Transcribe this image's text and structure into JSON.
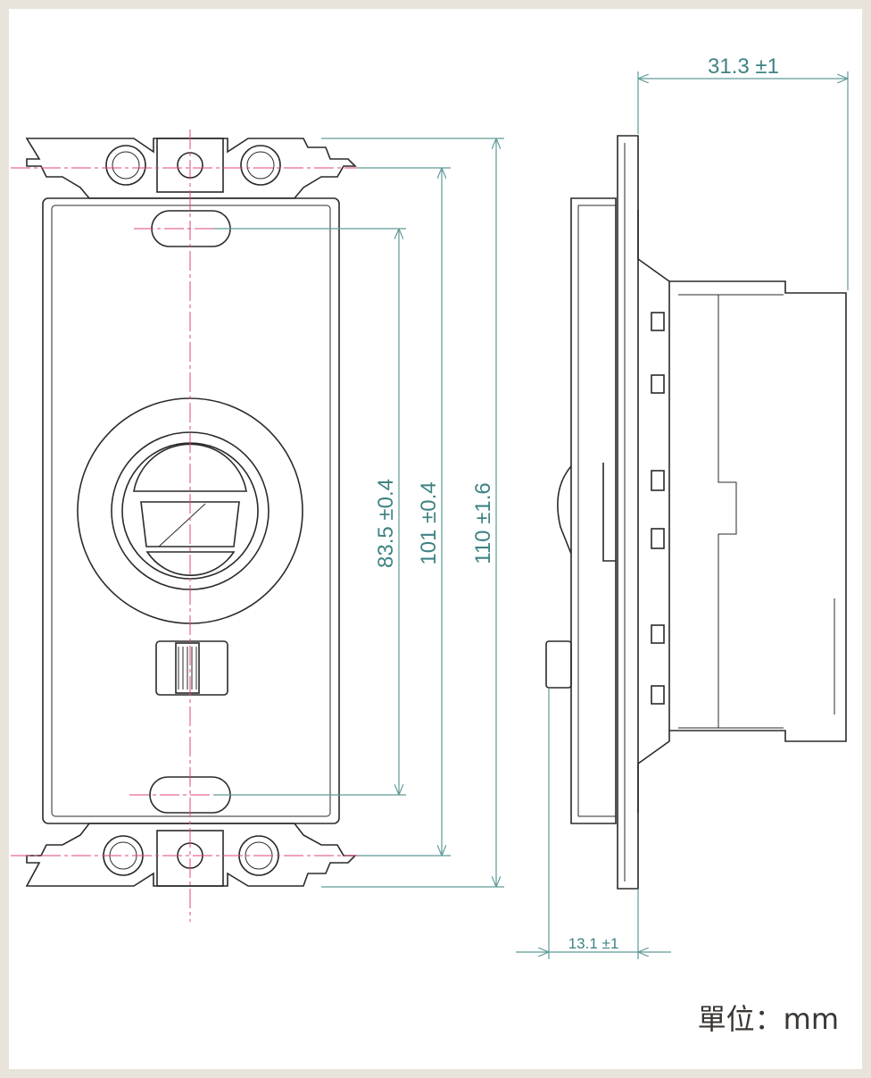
{
  "dimensions": {
    "hole_pitch": "83.5 ±0.4",
    "mount_pitch": "101 ±0.4",
    "overall_height": "110 ±1.6",
    "depth": "31.3 ±1",
    "front_protrusion": "13.1 ±1"
  },
  "unit_label": "單位：mm",
  "colors": {
    "dimension": "#3f8384",
    "centerline": "#e0457a",
    "outline": "#2a2a2a",
    "frame": "#e9e4db"
  }
}
